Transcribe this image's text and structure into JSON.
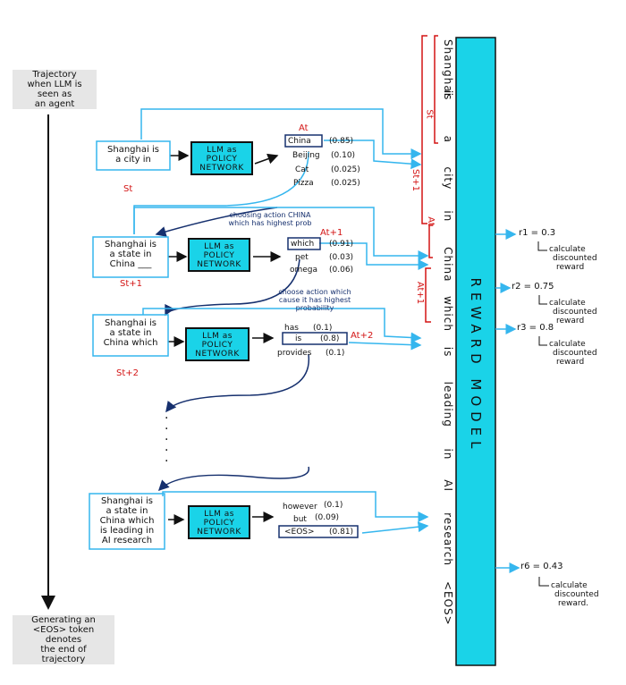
{
  "trajectory_label": [
    "Trajectory",
    "when LLM is",
    "seen as",
    "an agent"
  ],
  "generating_label": [
    "Generating an",
    "<EOS> token denotes",
    "the end of",
    "trajectory"
  ],
  "policy_network_label": [
    "LLM as",
    "POLICY",
    "NETWORK"
  ],
  "steps": [
    {
      "context": [
        "Shanghai is",
        "a city in"
      ],
      "state": "St",
      "tokens": [
        {
          "word": "China",
          "prob": "(0.85)"
        },
        {
          "word": "Beijing",
          "prob": "(0.10)"
        },
        {
          "word": "Cat",
          "prob": "(0.025)"
        },
        {
          "word": "Pizza",
          "prob": "(0.025)"
        }
      ],
      "action_label": "At"
    },
    {
      "context": [
        "Shanghai is",
        "a state in",
        "China ___"
      ],
      "state": "St+1",
      "tokens": [
        {
          "word": "which",
          "prob": "(0.91)"
        },
        {
          "word": "pet",
          "prob": "(0.03)"
        },
        {
          "word": "omega",
          "prob": "(0.06)"
        }
      ],
      "action_label": "At+1"
    },
    {
      "context": [
        "Shanghai is",
        "a state in",
        "China which"
      ],
      "state": "St+2",
      "tokens": [
        {
          "word": "has",
          "prob": "(0.1)"
        },
        {
          "word": "is",
          "prob": "(0.8)"
        },
        {
          "word": "provides",
          "prob": "(0.1)"
        }
      ],
      "action_label": "At+2"
    },
    {
      "context": [
        "Shanghai is",
        "a state in",
        "China which",
        "is leading in",
        "AI research"
      ],
      "tokens": [
        {
          "word": "however",
          "prob": "(0.1)"
        },
        {
          "word": "but",
          "prob": "(0.09)"
        },
        {
          "word": "<EOS>",
          "prob": "(0.81)"
        }
      ]
    }
  ],
  "notes": {
    "note1": [
      "choosing action CHINA",
      "which has highest prob"
    ],
    "note2": [
      "choose action which",
      "cause it has highest",
      "probability"
    ]
  },
  "vertical_sentence": [
    "Shanghai",
    "is",
    "a",
    "city",
    "in",
    "China",
    "which",
    "is",
    "leading",
    "in",
    "AI",
    "research",
    "<EOS>"
  ],
  "bracket_labels": {
    "st": "St",
    "st1": "St+1",
    "at": "At",
    "at1": "At+1"
  },
  "reward_model_label": "REWARD MODEL",
  "rewards": [
    {
      "label": "r1 = 0.3",
      "note": [
        "calculate",
        "discounted",
        "reward"
      ]
    },
    {
      "label": "r2 = 0.75",
      "note": [
        "calculate",
        "discounted",
        "reward"
      ]
    },
    {
      "label": "r3 = 0.8",
      "note": [
        "calculate",
        "discounted",
        "reward"
      ]
    },
    {
      "label": "r6 = 0.43",
      "note": [
        "calculate",
        "discounted",
        "reward."
      ]
    }
  ],
  "dots": "·\n·\n·\n·\n·",
  "colors": {
    "cyan": "#1ad3e8",
    "arrow_blue": "#35b6ee",
    "dark_blue": "#16306e",
    "red": "#d31414"
  }
}
